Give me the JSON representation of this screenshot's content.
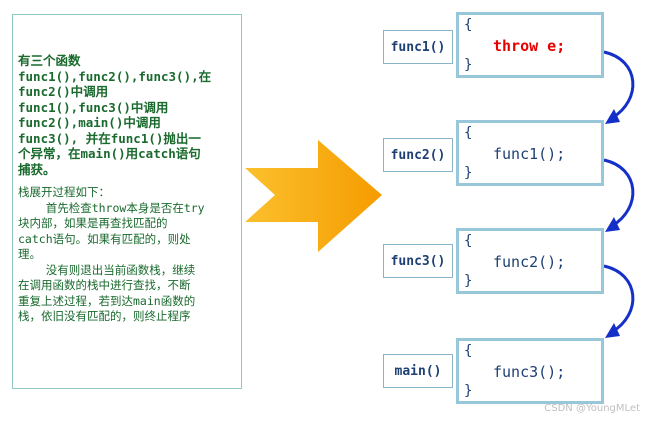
{
  "description_panel": {
    "bold_lines": "有三个函数\nfunc1(),func2(),func3(),在\nfunc2()中调用\nfunc1(),func3()中调用\nfunc2(),main()中调用\nfunc3(), 并在func1()抛出一\n个异常，在main()用catch语句\n捕获。",
    "process_title": "栈展开过程如下：",
    "paragraph_1": "    首先检查throw本身是否在try\n块内部，如果是再查找匹配的\ncatch语句。如果有匹配的，则处\n理。",
    "paragraph_2": "    没有则退出当前函数栈，继续\n在调用函数的栈中进行查找，不断\n重复上述过程，若到达main函数的\n栈，依旧没有匹配的，则终止程序"
  },
  "frames": [
    {
      "label": "func1()",
      "open_brace": "{",
      "statement": "throw e;",
      "close_brace": "}"
    },
    {
      "label": "func2()",
      "open_brace": "{",
      "statement": "func1();",
      "close_brace": "}"
    },
    {
      "label": "func3()",
      "open_brace": "{",
      "statement": "func2();",
      "close_brace": "}"
    },
    {
      "label": "main()",
      "open_brace": "{",
      "statement": "func3();",
      "close_brace": "}"
    }
  ],
  "watermark": "CSDN @YoungMLet",
  "colors": {
    "panel_text": "#1a6a2e",
    "panel_border": "#8fc9c2",
    "label_text": "#1d3f73",
    "frame_border": "#98c7d9",
    "throw_text": "#e60000",
    "arrow_fill": "#f7a600",
    "curve_arrow": "#1530c8"
  }
}
